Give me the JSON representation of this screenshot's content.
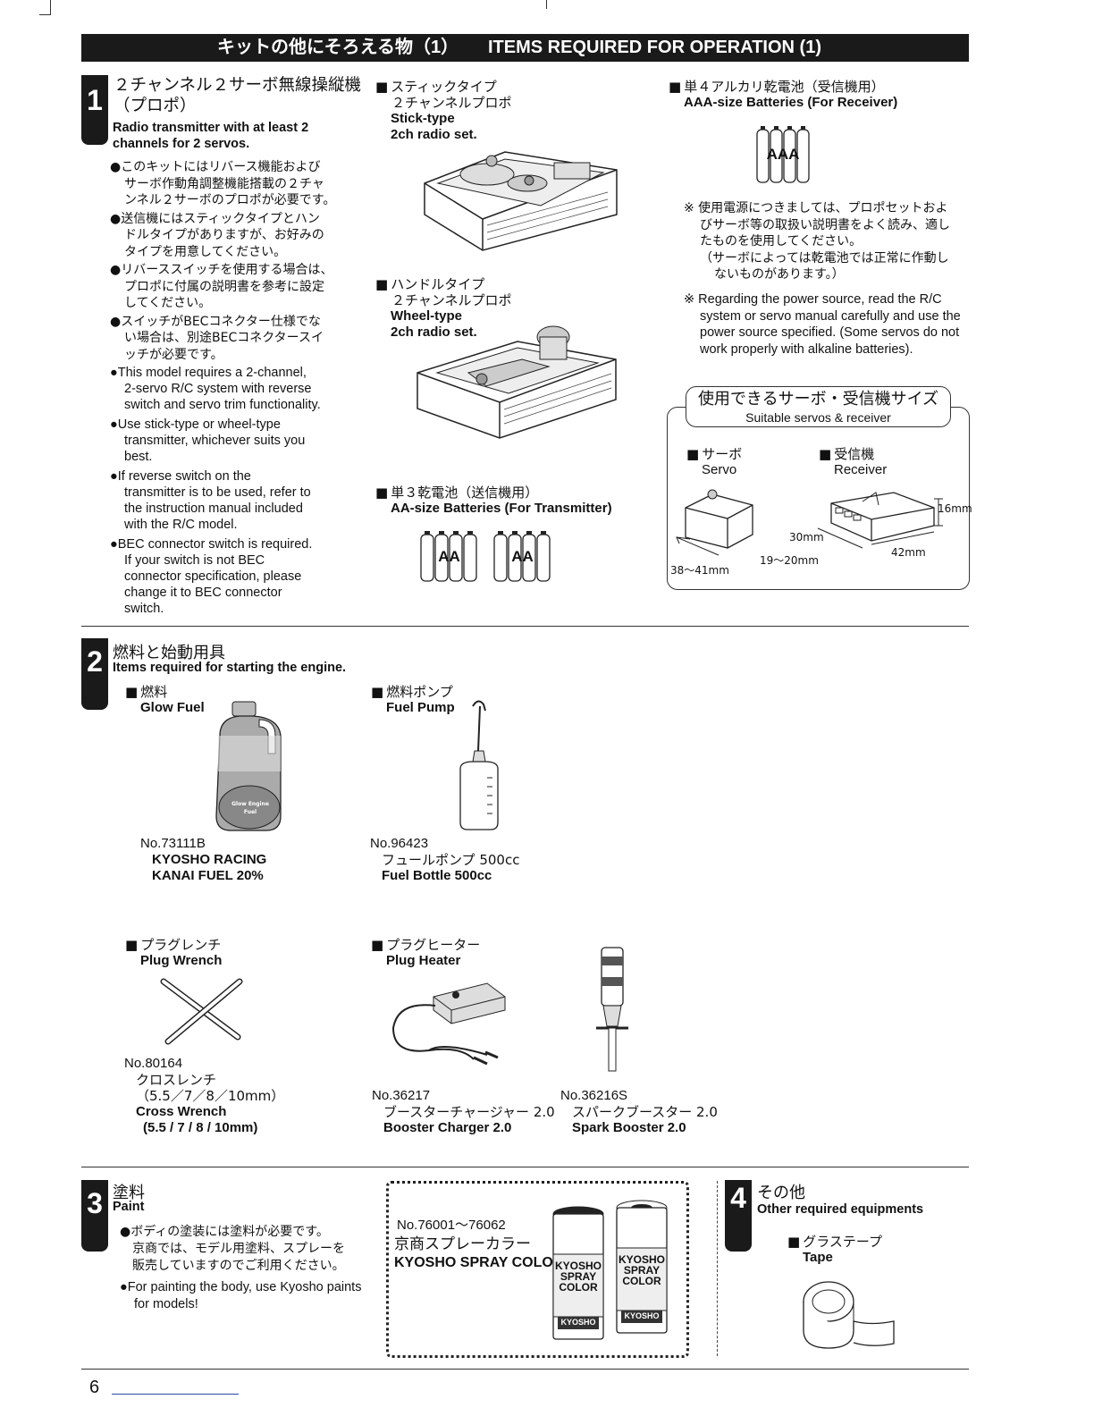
{
  "header": {
    "jp": "キットの他にそろえる物（1）",
    "en": "ITEMS REQUIRED FOR OPERATION (1)"
  },
  "s1": {
    "num": "1",
    "title_jp_1": "２チャンネル２サーボ無線操縦機",
    "title_jp_2": "（プロポ）",
    "title_en_1": "Radio transmitter with at least 2",
    "title_en_2": "channels for 2 servos.",
    "notes_jp": [
      [
        "●このキットにはリバース機能および",
        "サーボ作動角調整機能搭載の２チャ",
        "ンネル２サーボのプロポが必要です。"
      ],
      [
        "●送信機にはスティックタイプとハン",
        "ドルタイプがありますが、お好みの",
        "タイプを用意してください。"
      ],
      [
        "●リバーススイッチを使用する場合は、",
        "プロポに付属の説明書を参考に設定",
        "してください。"
      ],
      [
        "●スイッチがBECコネクター仕様でな",
        "い場合は、別途BECコネクタースイ",
        "ッチが必要です。"
      ]
    ],
    "notes_en": [
      [
        "●This model requires a 2-channel,",
        "2-servo R/C system with reverse",
        "switch and servo trim functionality."
      ],
      [
        "●Use stick-type or wheel-type",
        "transmitter, whichever suits you",
        "best."
      ],
      [
        "●If reverse switch on the",
        "transmitter is to be used, refer to",
        "the instruction manual included",
        "with the R/C model."
      ],
      [
        "●BEC connector switch is required.",
        "If your switch is not BEC",
        "connector specification, please",
        "change it to BEC connector",
        "switch."
      ]
    ],
    "stick": {
      "jp1": "スティックタイプ",
      "jp2": "２チャンネルプロポ",
      "en1": "Stick-type",
      "en2": "2ch radio set."
    },
    "wheel": {
      "jp1": "ハンドルタイプ",
      "jp2": "２チャンネルプロポ",
      "en1": "Wheel-type",
      "en2": "2ch radio set."
    },
    "aa": {
      "jp": "単３乾電池（送信機用）",
      "en": "AA-size Batteries (For Transmitter)",
      "label": "AA"
    },
    "aaa": {
      "jp": "単４アルカリ乾電池（受信機用）",
      "en": "AAA-size Batteries (For Receiver)",
      "label": "AAA"
    },
    "power_jp": [
      "※ 使用電源につきましては、プロポセットおよ",
      "びサーボ等の取扱い説明書をよく読み、適し",
      "たものを使用してください。",
      "（サーボによっては乾電池では正常に作動し",
      "ないものがあります。）"
    ],
    "power_en": [
      "※ Regarding the power source, read the R/C",
      "system or servo manual carefully and use the",
      "power source specified. (Some servos do not",
      "work properly with alkaline batteries)."
    ],
    "sizes": {
      "title_jp": "使用できるサーボ・受信機サイズ",
      "title_en": "Suitable servos & receiver",
      "servo_jp": "サーボ",
      "servo_en": "Servo",
      "recv_jp": "受信機",
      "recv_en": "Receiver",
      "d_servo": "38〜41mm",
      "d_19": "19〜20mm",
      "d_30": "30mm",
      "d_42": "42mm",
      "d_16": "16mm"
    }
  },
  "s2": {
    "num": "2",
    "title_jp": "燃料と始動用具",
    "title_en": "Items required for starting the engine.",
    "fuel": {
      "jp": "燃料",
      "en": "Glow Fuel",
      "no": "No.73111B",
      "n1": "KYOSHO RACING",
      "n2": "KANAI FUEL 20%",
      "label1": "Glow Engine",
      "label2": "Fuel"
    },
    "pump": {
      "jp": "燃料ポンプ",
      "en": "Fuel Pump",
      "no": "No.96423",
      "jp2": "フュールポンプ 500cc",
      "n1": "Fuel Bottle 500cc"
    },
    "wrench": {
      "jp": "プラグレンチ",
      "en": "Plug Wrench",
      "no": "No.80164",
      "jp2": "クロスレンチ",
      "jp3": "（5.5／7／8／10mm）",
      "n1": "Cross Wrench",
      "n2": "(5.5 / 7 / 8 / 10mm)"
    },
    "heater": {
      "jp": "プラグヒーター",
      "en": "Plug Heater",
      "no": "No.36217",
      "jp2": "ブースターチャージャー 2.0",
      "n1": "Booster Charger 2.0"
    },
    "spark": {
      "no": "No.36216S",
      "jp2": "スパークブースター 2.0",
      "n1": "Spark Booster 2.0"
    }
  },
  "s3": {
    "num": "3",
    "title_jp": "塗料",
    "title_en": "Paint",
    "jp_1": "●ボディの塗装には塗料が必要です。",
    "jp_2": "京商では、モデル用塗料、スプレーを",
    "jp_3": "販売していますのでご利用ください。",
    "en_1": "●For painting the body, use Kyosho paints",
    "en_2": "for models!",
    "spray_no": "No.76001〜76062",
    "spray_jp": "京商スプレーカラー",
    "spray_en": "KYOSHO SPRAY COLOR",
    "can_1": "KYOSHO",
    "can_2": "SPRAY",
    "can_3": "COLOR",
    "can_brand": "KYOSHO"
  },
  "s4": {
    "num": "4",
    "title_jp": "その他",
    "title_en": "Other required equipments",
    "tape_jp": "グラステープ",
    "tape_en": "Tape"
  },
  "footer": {
    "page": "6"
  }
}
